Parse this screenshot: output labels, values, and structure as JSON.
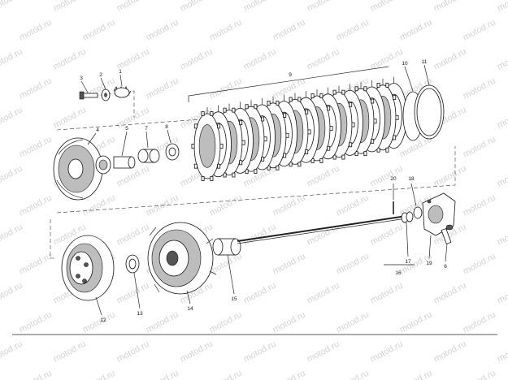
{
  "watermark": {
    "text": "motod.ru"
  },
  "callouts": [
    {
      "id": "c1",
      "text": "1"
    },
    {
      "id": "c2",
      "text": "2"
    },
    {
      "id": "c3",
      "text": "3"
    },
    {
      "id": "c4",
      "text": "4"
    },
    {
      "id": "c5",
      "text": "5"
    },
    {
      "id": "c6",
      "text": "6"
    },
    {
      "id": "c7",
      "text": "7"
    },
    {
      "id": "c8",
      "text": "8"
    },
    {
      "id": "c9",
      "text": "9"
    },
    {
      "id": "c10",
      "text": "10"
    },
    {
      "id": "c11",
      "text": "11"
    },
    {
      "id": "c12",
      "text": "12"
    },
    {
      "id": "c13",
      "text": "13"
    },
    {
      "id": "c14",
      "text": "14"
    },
    {
      "id": "c15",
      "text": "15"
    },
    {
      "id": "c16",
      "text": "16"
    },
    {
      "id": "c17",
      "text": "17"
    },
    {
      "id": "c18",
      "text": "18"
    },
    {
      "id": "c19",
      "text": "19"
    },
    {
      "id": "c20",
      "text": "20"
    }
  ],
  "colors": {
    "ink": "#111111",
    "watermark": "#d2d2d2",
    "background": "#ffffff"
  }
}
